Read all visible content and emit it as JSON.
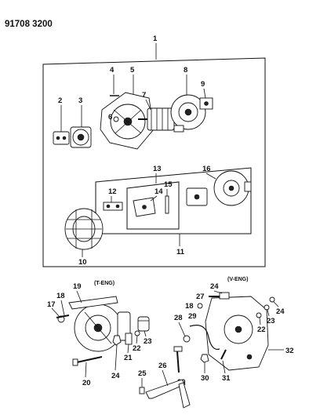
{
  "header": {
    "part_number": "91708 3200"
  },
  "callouts": [
    "1",
    "2",
    "3",
    "4",
    "5",
    "6",
    "7",
    "8",
    "9",
    "10",
    "11",
    "12",
    "13",
    "14",
    "15",
    "16",
    "17",
    "18",
    "19",
    "20",
    "21",
    "22",
    "23",
    "24",
    "25",
    "26",
    "27",
    "28",
    "29",
    "30",
    "31",
    "32"
  ],
  "engine_labels": {
    "t_engine": "(T-ENG)",
    "v_engine": "(V-ENG)"
  }
}
